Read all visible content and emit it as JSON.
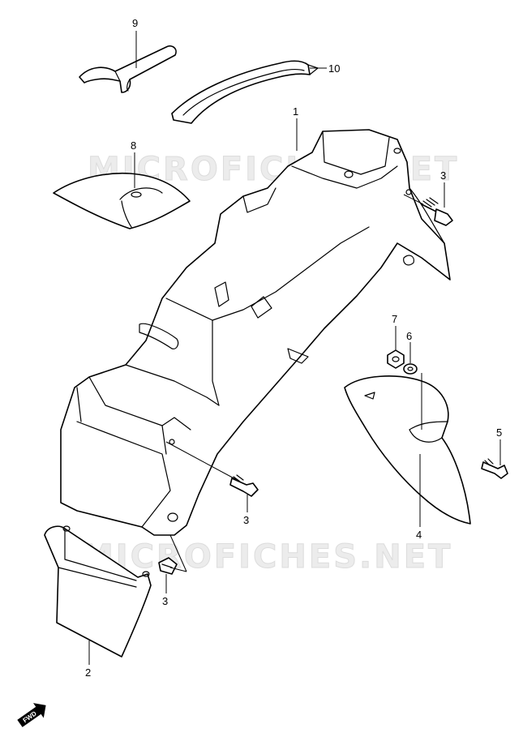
{
  "watermarks": [
    "MICROFICHES.NET",
    "MICROFICHES.NET"
  ],
  "callouts": {
    "c1": "1",
    "c2": "2",
    "c3a": "3",
    "c3b": "3",
    "c3c": "3",
    "c4": "4",
    "c5": "5",
    "c6": "6",
    "c7": "7",
    "c8": "8",
    "c9": "9",
    "c10": "10"
  },
  "fwd_badge": "FWD",
  "colors": {
    "line": "#000000",
    "background": "#ffffff",
    "watermark": "#ececec"
  },
  "icons": {
    "direction": "forward-arrow-icon"
  }
}
